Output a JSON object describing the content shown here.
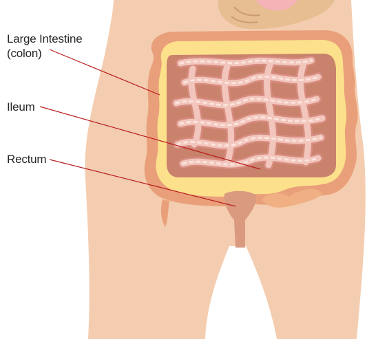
{
  "labels": {
    "large_intestine_line1": "Large Intestine",
    "large_intestine_line2": "(colon)",
    "ileum": "Ileum",
    "rectum": "Rectum"
  },
  "colors": {
    "skin": "#f4cdb0",
    "skin_shadow": "#e9b897",
    "colon_outer": "#e9a07a",
    "colon_inner": "#fde08c",
    "colon_ring": "#f3c36f",
    "cavity": "#c9826c",
    "small_intestine": "#f2c6bc",
    "small_intestine_outline": "#d88c80",
    "rectum": "#d99a80",
    "leader_line": "#b81c1c",
    "upper_organ": "#e7bd92",
    "upper_organ_pink": "#f3b3b7"
  }
}
